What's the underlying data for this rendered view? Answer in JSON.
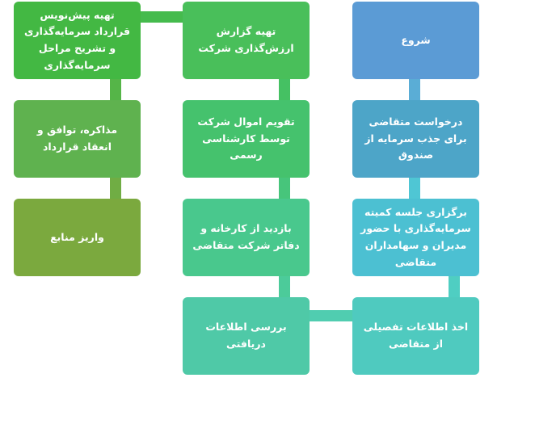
{
  "flowchart": {
    "nodes": [
      {
        "id": "start",
        "label": "شروع",
        "color": "#5B9BD5"
      },
      {
        "id": "request",
        "label": "درخواست متقاضی برای جذب سرمایه از صندوق",
        "color": "#4DA5C8"
      },
      {
        "id": "committee",
        "label": "برگزاری جلسه کمیته سرمایه‌گذاری با حضور مدیران و سهامداران متقاضی",
        "color": "#4CC0D2"
      },
      {
        "id": "detailed-info",
        "label": "اخذ اطلاعات تفصیلی از متقاضی",
        "color": "#4FCABF"
      },
      {
        "id": "review-info",
        "label": "بررسی اطلاعات دریافتی",
        "color": "#4FC9A7"
      },
      {
        "id": "site-visit",
        "label": "بازدید از کارخانه و دفاتر شرکت متقاضی",
        "color": "#49C88D"
      },
      {
        "id": "valuation",
        "label": "تقویم اموال شرکت توسط کارشناسی رسمی",
        "color": "#45C26D"
      },
      {
        "id": "valuation-report",
        "label": "تهیه گزارش ارزش‌گذاری شرکت",
        "color": "#49BF5A"
      },
      {
        "id": "draft-contract",
        "label": "تهیه پیش‌نویس قرارداد سرمایه‌گذاری و تشریح مراحل سرمایه‌گذاری",
        "color": "#43B843"
      },
      {
        "id": "negotiation",
        "label": "مذاکره، توافق و انعقاد قرارداد",
        "color": "#5FB24F"
      },
      {
        "id": "fund-deposit",
        "label": "واریز منابع",
        "color": "#7BA93E"
      }
    ],
    "connector_colors": {
      "col_right_1": "#5AADD6",
      "col_right_2": "#4FC6D4",
      "col_right_3": "#4FCEC2",
      "bottom_link": "#50CDB0",
      "col_mid_3": "#4CCB9A",
      "col_mid_2": "#47C57B",
      "col_mid_1": "#45C163",
      "top_link": "#45BB4D",
      "col_left_1": "#55B548",
      "col_left_2": "#70AD44"
    }
  }
}
